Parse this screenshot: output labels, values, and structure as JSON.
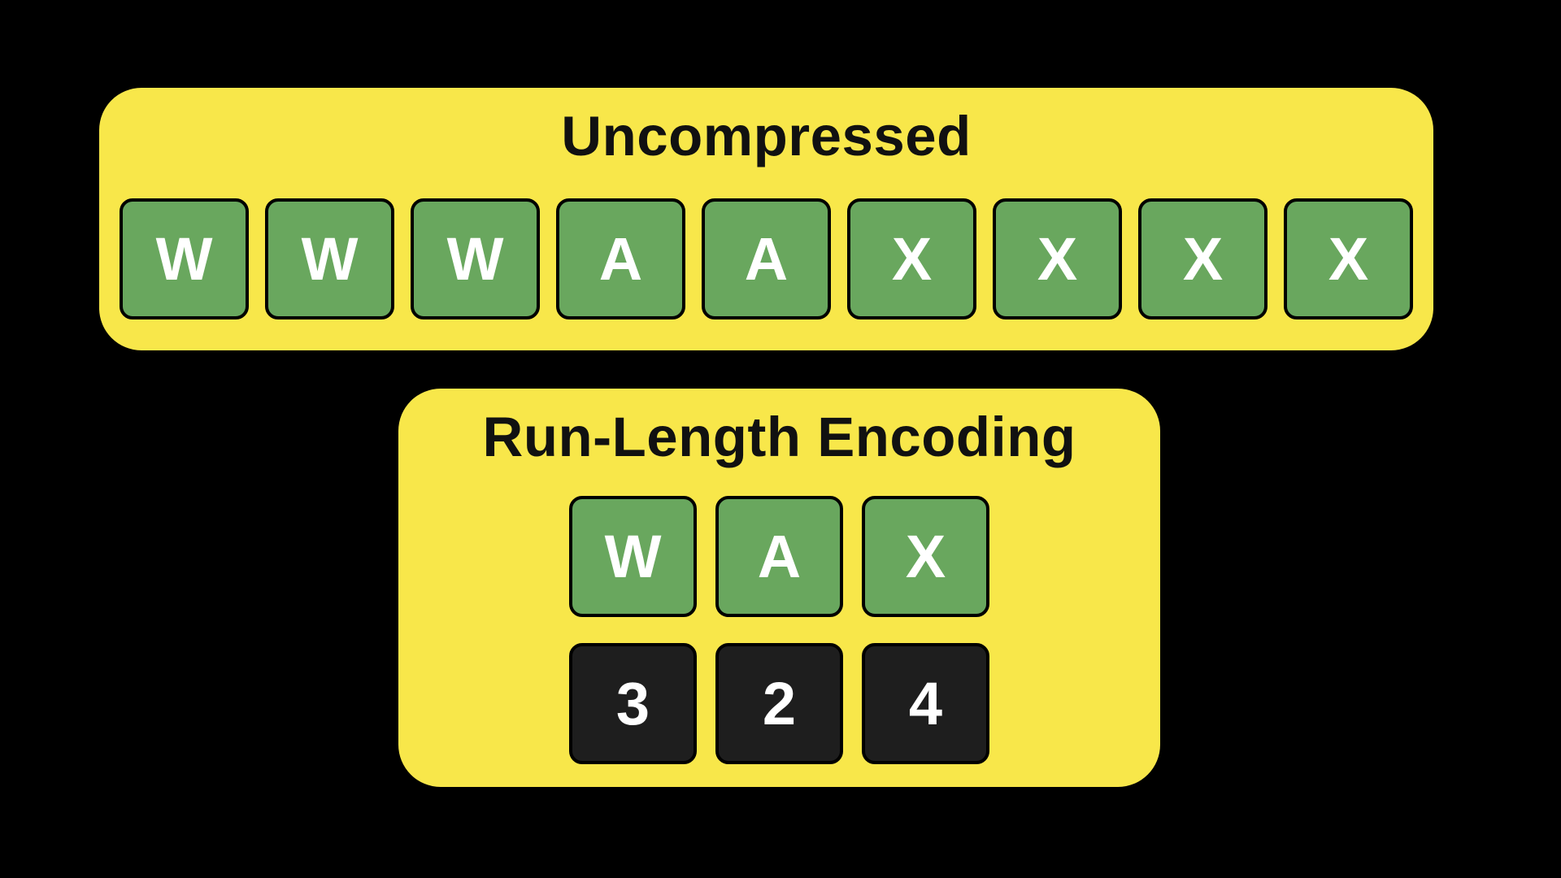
{
  "colors": {
    "background": "#000000",
    "panel_yellow": "#F8E74A",
    "tile_green": "#69A75E",
    "tile_dark": "#1E1E1E",
    "tile_text": "#FFFFFF",
    "title_text": "#111111"
  },
  "uncompressed": {
    "title": "Uncompressed",
    "tiles": [
      "W",
      "W",
      "W",
      "A",
      "A",
      "X",
      "X",
      "X",
      "X"
    ]
  },
  "rle": {
    "title": "Run-Length Encoding",
    "letters": [
      "W",
      "A",
      "X"
    ],
    "counts": [
      "3",
      "2",
      "4"
    ]
  }
}
